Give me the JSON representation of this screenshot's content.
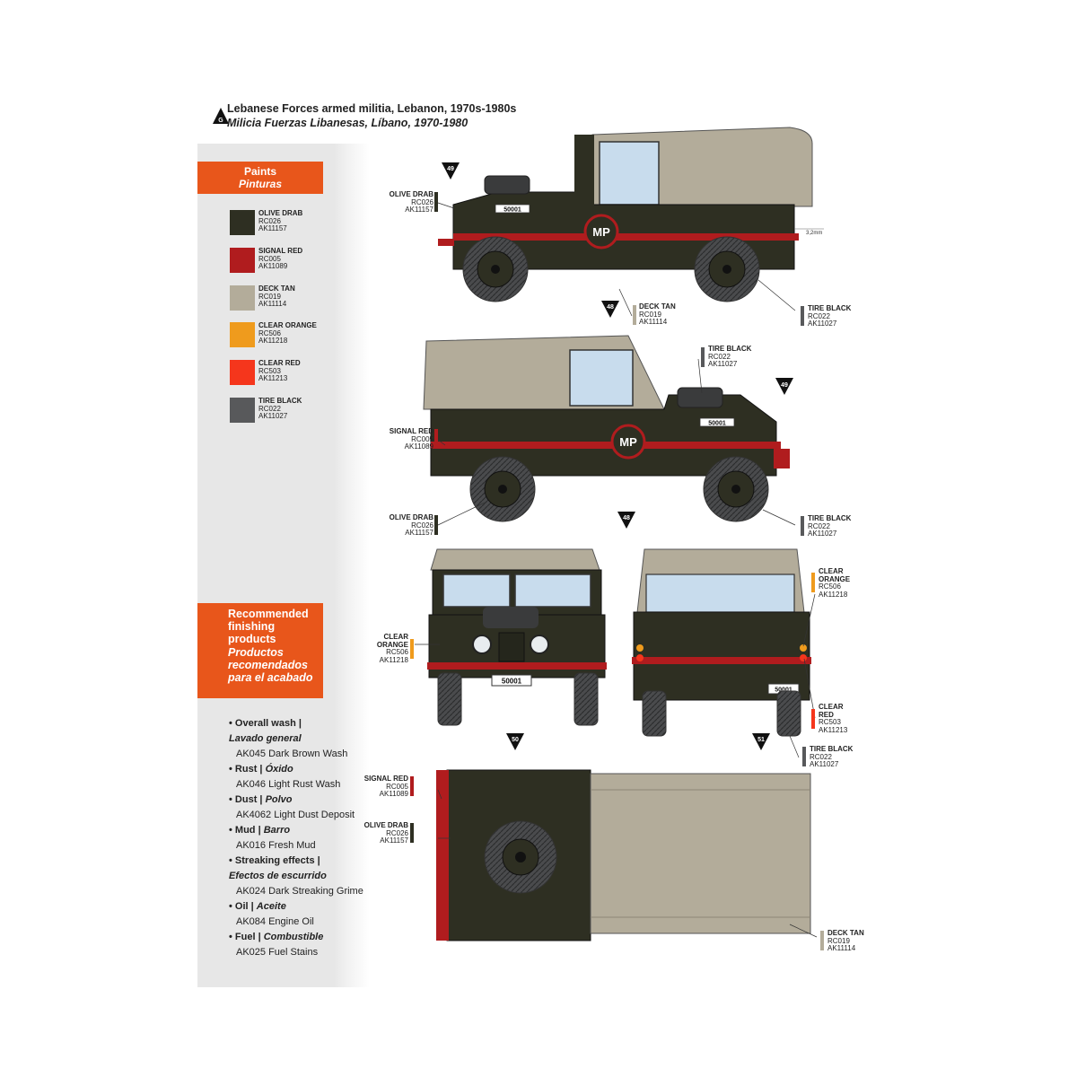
{
  "title": {
    "badge": "G",
    "line1": "Lebanese Forces armed militia, Lebanon, 1970s-1980s",
    "line2": "Milicia Fuerzas Libanesas, Líbano, 1970-1980"
  },
  "paints_header": {
    "en": "Paints",
    "es": "Pinturas"
  },
  "paints": [
    {
      "name": "OLIVE DRAB",
      "code1": "RC026",
      "code2": "AK11157",
      "color": "#2e2f22"
    },
    {
      "name": "SIGNAL RED",
      "code1": "RC005",
      "code2": "AK11089",
      "color": "#b01c1e"
    },
    {
      "name": "DECK TAN",
      "code1": "RC019",
      "code2": "AK11114",
      "color": "#b3ac9a"
    },
    {
      "name": "CLEAR ORANGE",
      "code1": "RC506",
      "code2": "AK11218",
      "color": "#ef9b1d"
    },
    {
      "name": "CLEAR RED",
      "code1": "RC503",
      "code2": "AK11213",
      "color": "#f5361c"
    },
    {
      "name": "TIRE BLACK",
      "code1": "RC022",
      "code2": "AK11027",
      "color": "#58595b"
    }
  ],
  "finishing_header": {
    "en": [
      "Recommended",
      "finishing",
      "products"
    ],
    "es": [
      "Productos",
      "recomendados",
      "para el acabado"
    ]
  },
  "finishing": [
    {
      "head": "Overall wash |",
      "head_es": "Lavado general",
      "product": "AK045 Dark Brown Wash"
    },
    {
      "head": "Rust |",
      "head_es": "Óxido",
      "product": "AK046 Light Rust Wash"
    },
    {
      "head": "Dust |",
      "head_es": "Polvo",
      "product": "AK4062 Light Dust Deposit"
    },
    {
      "head": "Mud |",
      "head_es": "Barro",
      "product": "AK016 Fresh Mud"
    },
    {
      "head": "Streaking effects |",
      "head_es": "Efectos de escurrido",
      "product": "AK024 Dark Streaking Grime"
    },
    {
      "head": "Oil |",
      "head_es": "Aceite",
      "product": "AK084 Engine Oil"
    },
    {
      "head": "Fuel |",
      "head_es": "Combustible",
      "product": "AK025 Fuel Stains"
    }
  ],
  "markings": {
    "mp": "MP",
    "plate": "50001",
    "dimension": "3,2mm",
    "decals": [
      "49",
      "48",
      "49",
      "48",
      "50",
      "51"
    ]
  },
  "callouts": {
    "olive_drab": {
      "name": "OLIVE DRAB",
      "code1": "RC026",
      "code2": "AK11157"
    },
    "deck_tan": {
      "name": "DECK TAN",
      "code1": "RC019",
      "code2": "AK11114"
    },
    "tire_black": {
      "name": "TIRE BLACK",
      "code1": "RC022",
      "code2": "AK11027"
    },
    "signal_red": {
      "name": "SIGNAL RED",
      "code1": "RC005",
      "code2": "AK11089"
    },
    "clear_orange_a": "CLEAR",
    "clear_orange_b": "ORANGE",
    "clear_orange_codes": {
      "code1": "RC506",
      "code2": "AK11218"
    },
    "clear_red_a": "CLEAR",
    "clear_red_b": "RED",
    "clear_red_codes": {
      "code1": "RC503",
      "code2": "AK11213"
    }
  }
}
